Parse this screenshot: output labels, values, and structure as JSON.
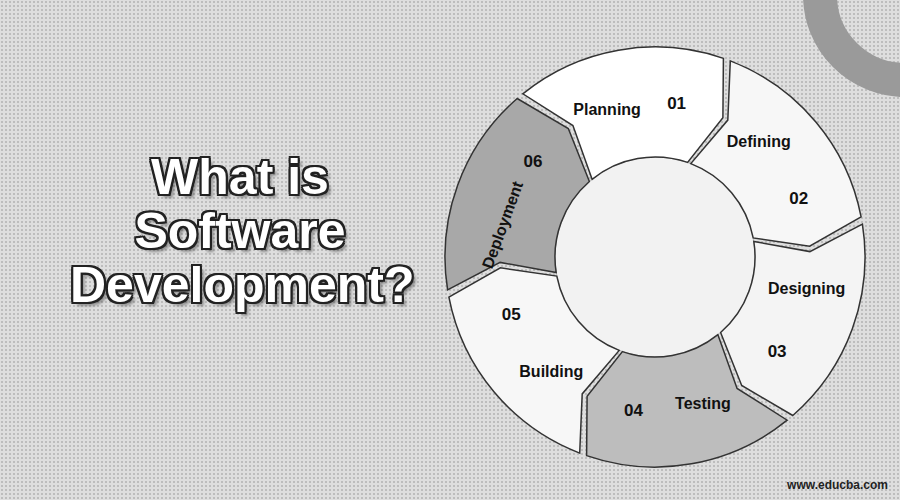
{
  "diagram": {
    "title": "What is Software Development?",
    "nodes": [
      {
        "text": [
          "Planning",
          "01"
        ]
      },
      {
        "text": [
          "Defining",
          "02"
        ]
      },
      {
        "text": [
          "Designing",
          "03"
        ]
      },
      {
        "text": [
          "Testing",
          "04"
        ]
      },
      {
        "text": [
          "Building",
          "05"
        ]
      },
      {
        "text": [
          "Deployment",
          "06"
        ]
      }
    ],
    "labels": [
      "www.educba.com"
    ]
  }
}
